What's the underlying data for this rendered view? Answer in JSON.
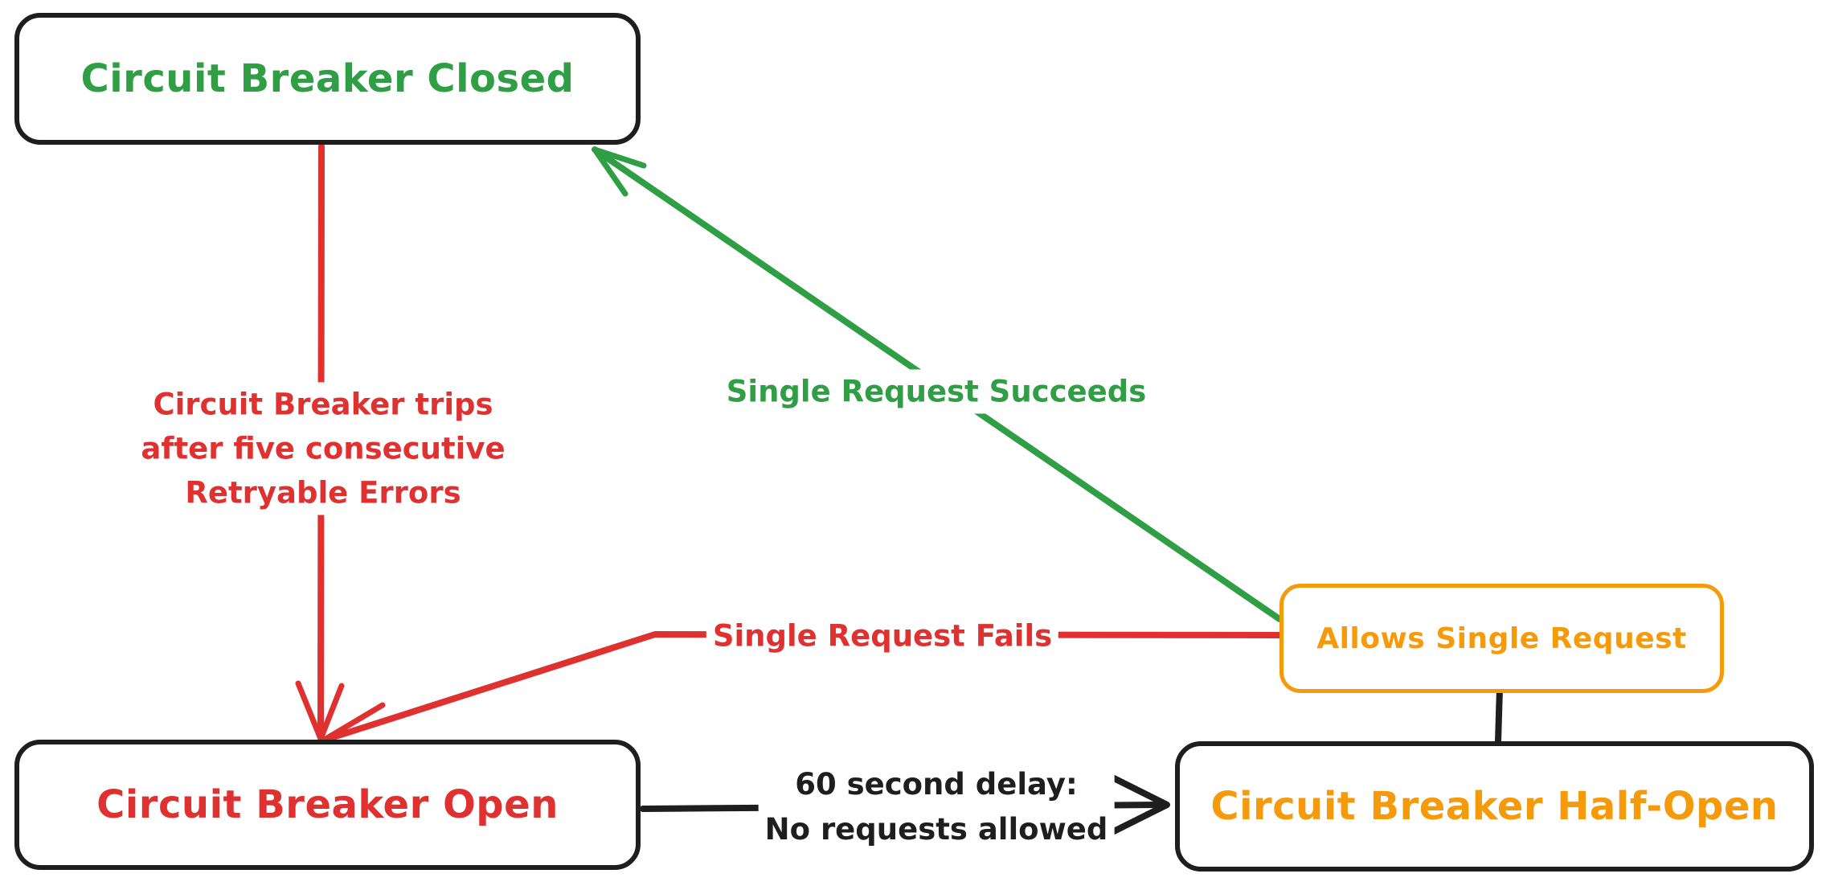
{
  "background": "#ffffff",
  "nodes": {
    "closed": {
      "label": "Circuit Breaker Closed",
      "text_color": "#2f9e44",
      "border_color": "#1e1e1e"
    },
    "open": {
      "label": "Circuit Breaker Open",
      "text_color": "#e03131",
      "border_color": "#1e1e1e"
    },
    "half_open": {
      "label": "Circuit Breaker Half-Open",
      "text_color": "#f59a0b",
      "border_color": "#1e1e1e"
    },
    "allows": {
      "label": "Allows Single Request",
      "text_color": "#f59a0b",
      "border_color": "#f59a0b"
    }
  },
  "edges": {
    "trip": {
      "color": "#e03131",
      "label_lines": [
        "Circuit Breaker trips",
        "after five consecutive",
        "Retryable Errors"
      ]
    },
    "succeed": {
      "color": "#2f9e44",
      "label": "Single Request Succeeds"
    },
    "fail": {
      "color": "#e03131",
      "label": "Single Request Fails"
    },
    "delay": {
      "color": "#1e1e1e",
      "label_lines": [
        "60 second delay:",
        "No requests allowed"
      ]
    },
    "half_open_link": {
      "color": "#1e1e1e"
    }
  }
}
